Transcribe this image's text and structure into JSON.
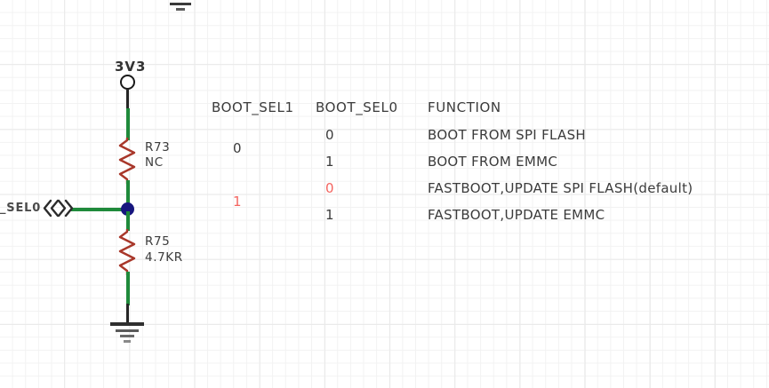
{
  "schematic": {
    "power_net": {
      "label": "3V3",
      "symbol": "power-flag-icon"
    },
    "ground": {
      "symbol": "ground-icon"
    },
    "components": [
      {
        "ref": "R73",
        "value": "NC",
        "symbol": "resistor-icon"
      },
      {
        "ref": "R75",
        "value": "4.7KR",
        "symbol": "resistor-icon"
      }
    ],
    "net_port": {
      "label": "_SEL0",
      "glyph": "《》",
      "symbol": "net-port-icon"
    },
    "colors": {
      "wire": "#1f8a3b",
      "resistor": "#a8372a",
      "junction": "#16167e",
      "pin": "#262626",
      "grid_minor": "#f2f2f2",
      "grid_major": "#e9e9e9",
      "text": "#3b3b3b",
      "highlight": "#f4645f"
    }
  },
  "table": {
    "headers": [
      "BOOT_SEL1",
      "BOOT_SEL0",
      "FUNCTION"
    ],
    "rows": [
      {
        "boot_sel1": "0",
        "boot_sel1_color": "black",
        "boot_sel0": "0",
        "boot_sel0_color": "black",
        "function": "BOOT FROM SPI FLASH"
      },
      {
        "boot_sel1": "",
        "boot_sel1_color": "black",
        "boot_sel0": "1",
        "boot_sel0_color": "black",
        "function": "BOOT FROM EMMC"
      },
      {
        "boot_sel1": "1",
        "boot_sel1_color": "red",
        "boot_sel0": "0",
        "boot_sel0_color": "red",
        "function": "FASTBOOT,UPDATE SPI FLASH(default)"
      },
      {
        "boot_sel1": "",
        "boot_sel1_color": "black",
        "boot_sel0": "1",
        "boot_sel0_color": "black",
        "function": "FASTBOOT,UPDATE EMMC"
      }
    ]
  }
}
